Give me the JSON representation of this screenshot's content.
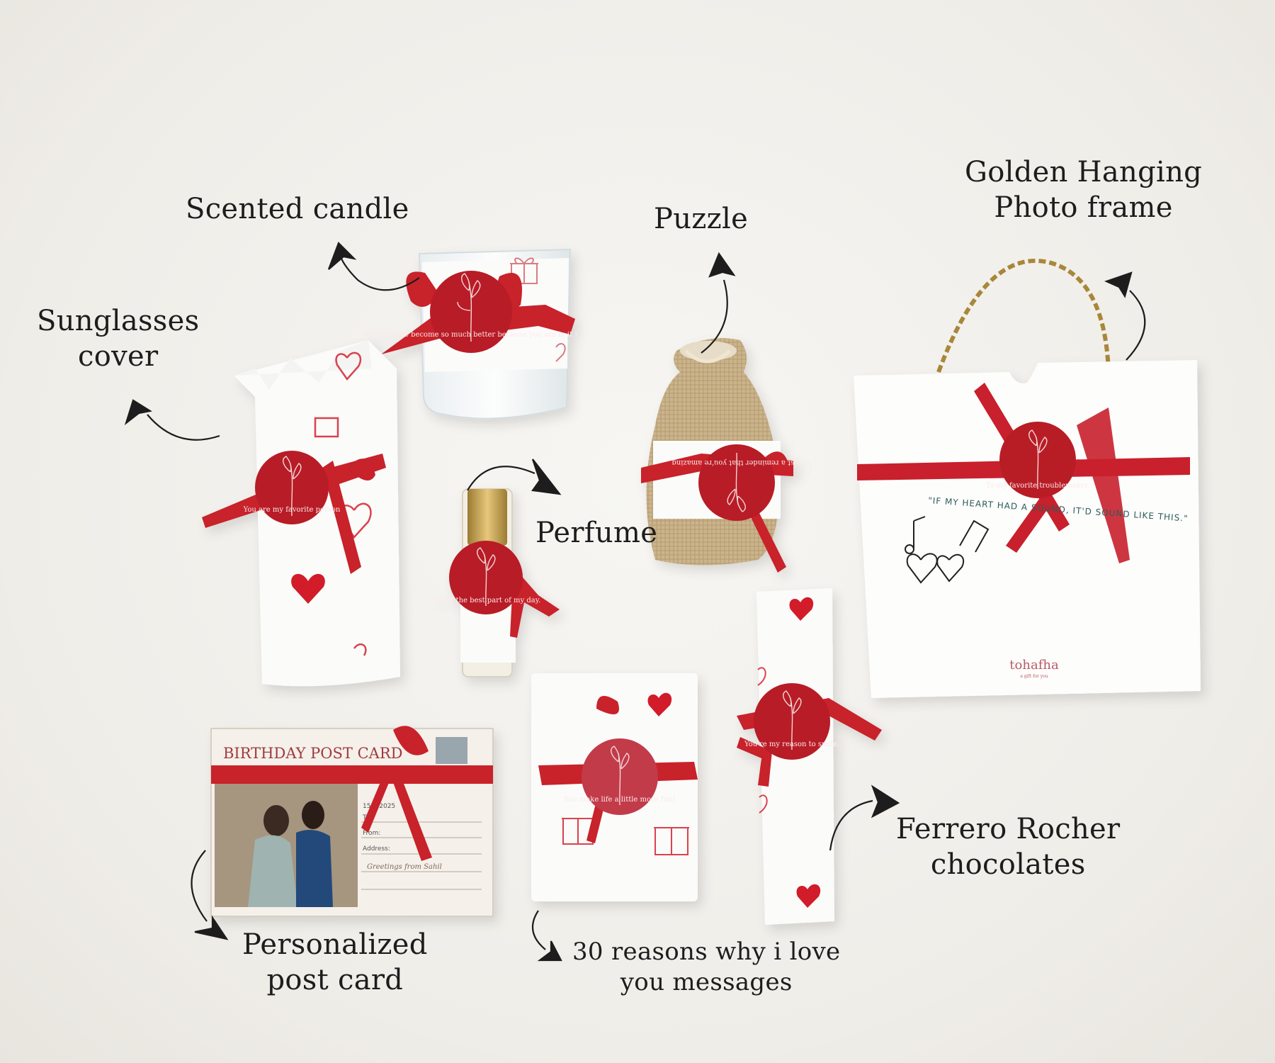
{
  "labels": {
    "scented_candle": "Scented candle",
    "puzzle": "Puzzle",
    "golden_frame_line1": "Golden Hanging",
    "golden_frame_line2": "Photo frame",
    "sunglasses_line1": "Sunglasses",
    "sunglasses_line2": "cover",
    "perfume": "Perfume",
    "ferrero_line1": "Ferrero Rocher",
    "ferrero_line2": "chocolates",
    "postcard_line1": "Personalized",
    "postcard_line2": "post card",
    "reasons_line1": "30 reasons why i love",
    "reasons_line2": "you messages"
  },
  "tags": {
    "candle": "My life have become so much better because you are in it !",
    "sunglasses": "You are my favorite person",
    "perfume": "You're the best part of my day.",
    "puzzle": "Just a reminder that you're amazing",
    "frame": "To my favorite troublemaker.",
    "reasons": "You make life a little more fun!",
    "ferrero": "You're my reason to smile."
  },
  "frame_quote": "\"IF MY HEART HAD A SOUND, IT'D SOUND LIKE THIS.\"",
  "brand": {
    "name": "tohafha",
    "tagline": "a gift for you"
  },
  "postcard": {
    "title": "BIRTHDAY POST CARD",
    "date": "15/5/2025",
    "to_label": "To:",
    "from_label": "From:",
    "address_label": "Address:",
    "greeting": "Greetings from Sahil"
  },
  "colors": {
    "ribbon": "#c8202c",
    "tag": "#b81d26",
    "wrap": "#fbfbfa",
    "jute": "#cbb48c",
    "chain": "#a8873a"
  }
}
